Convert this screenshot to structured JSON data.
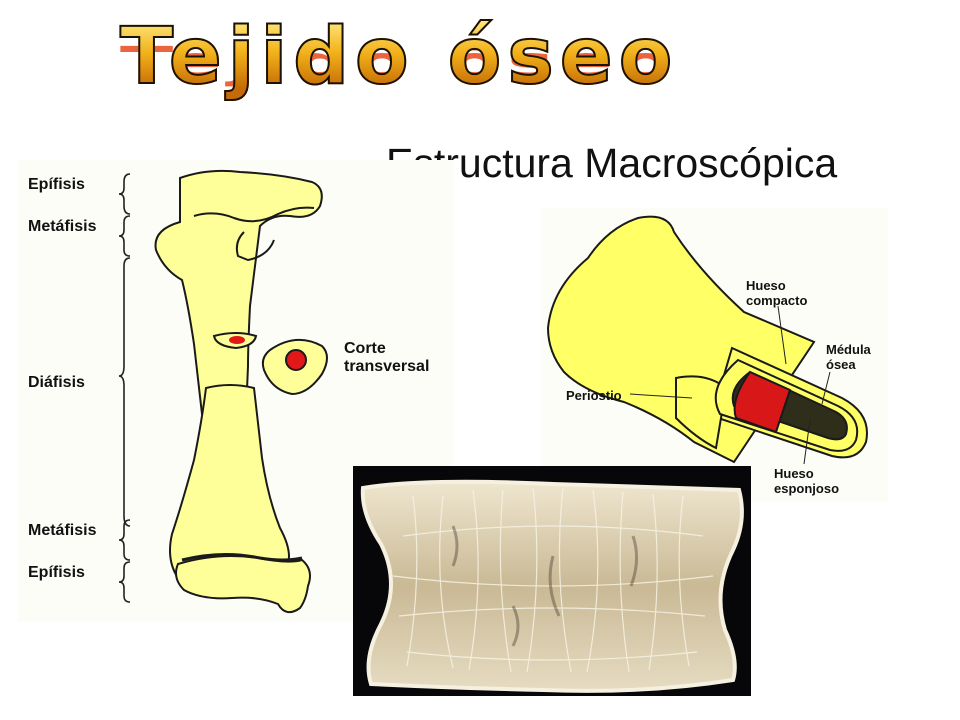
{
  "title": "Tejido óseo",
  "subtitle": "Estructura Macroscópica",
  "left_diagram": {
    "labels": {
      "epifisis_top": "Epífisis",
      "metafisis_top": "Metáfisis",
      "diafisis": "Diáfisis",
      "metafisis_bottom": "Metáfisis",
      "epifisis_bottom": "Epífisis",
      "corte_line1": "Corte",
      "corte_line2": "transversal"
    }
  },
  "right_diagram": {
    "labels": {
      "hueso_compacto_1": "Hueso",
      "hueso_compacto_2": "compacto",
      "medula_1": "Médula",
      "medula_2": "ósea",
      "periostio": "Periostio",
      "hueso_esponjoso_1": "Hueso",
      "hueso_esponjoso_2": "esponjoso"
    }
  },
  "colors": {
    "bone_yellow": "#ffff99",
    "marrow_red": "#e01818",
    "outline": "#1a1a1a"
  }
}
